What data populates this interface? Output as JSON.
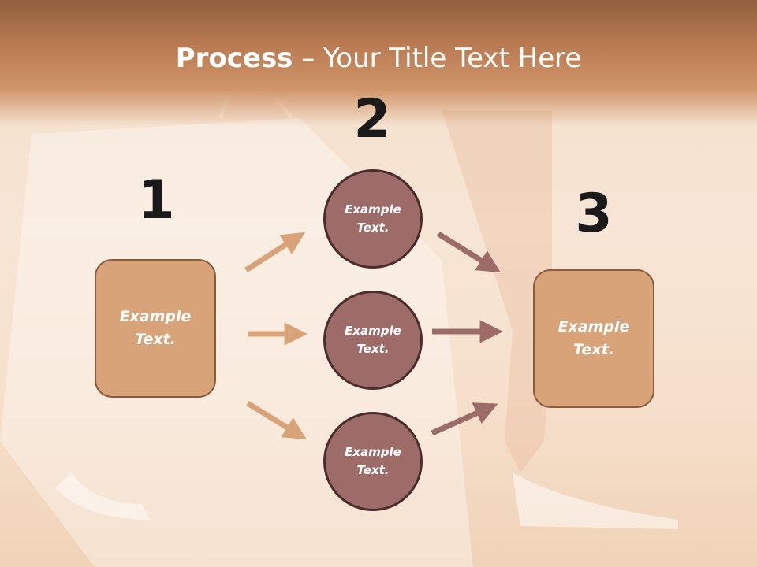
{
  "title": {
    "bold": "Process",
    "rest": " – Your Title Text Here"
  },
  "steps": {
    "one": {
      "number": "1",
      "text": "Example Text."
    },
    "two": {
      "number": "2"
    },
    "three": {
      "number": "3",
      "text": "Example Text."
    }
  },
  "circles": [
    {
      "text": "Example Text."
    },
    {
      "text": "Example Text."
    },
    {
      "text": "Example Text."
    }
  ],
  "colors": {
    "box_fill": "#d9a379",
    "circle_fill": "#9d6b68",
    "arrow_in": "#d9a379",
    "arrow_out": "#9d6b68"
  }
}
